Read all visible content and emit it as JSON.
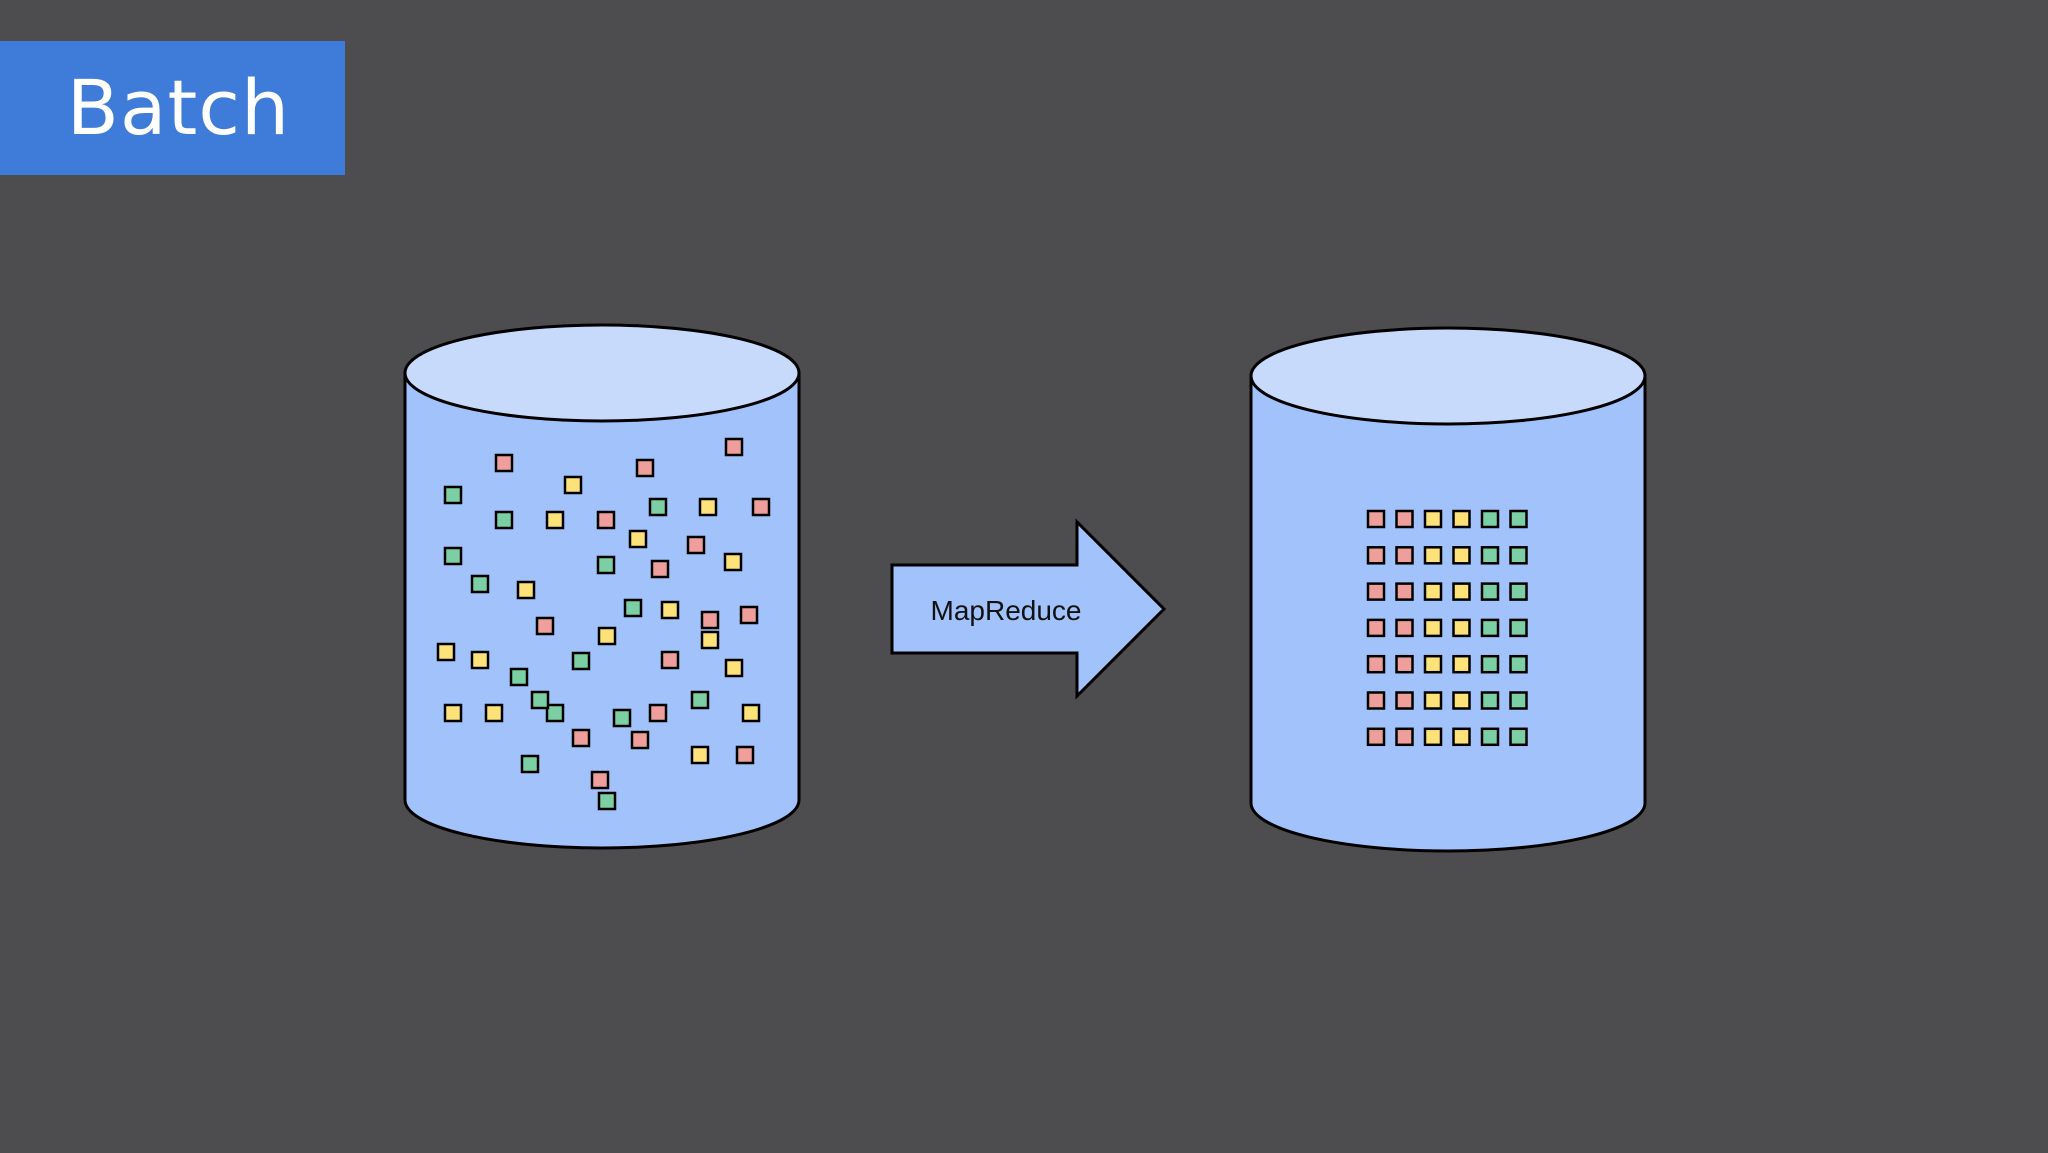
{
  "slide": {
    "title": "Batch"
  },
  "diagram": {
    "process_label": "MapReduce",
    "colors": {
      "background": "#4d4c4e",
      "banner": "#3f7bd9",
      "cylinder_body": "#a1c2fa",
      "cylinder_top": "#c8dafc",
      "outline": "#000000",
      "item_red": "#ee9f9c",
      "item_yellow": "#fde27a",
      "item_green": "#7ccfa4"
    },
    "source_store": {
      "layout": "scattered",
      "items": [
        "red",
        "red",
        "green",
        "yellow",
        "red",
        "green",
        "yellow",
        "red",
        "green",
        "yellow",
        "red",
        "yellow",
        "red",
        "green",
        "yellow",
        "green",
        "red",
        "green",
        "yellow",
        "yellow",
        "green",
        "red",
        "red",
        "red",
        "yellow",
        "yellow",
        "green",
        "green",
        "red",
        "yellow",
        "green",
        "yellow",
        "yellow",
        "green",
        "green",
        "red",
        "yellow",
        "red",
        "yellow",
        "green",
        "red",
        "green",
        "yellow",
        "green",
        "red",
        "yellow",
        "red"
      ]
    },
    "target_store": {
      "layout": "grid",
      "rows": 7,
      "column_colors": [
        "red",
        "red",
        "yellow",
        "yellow",
        "green",
        "green"
      ]
    }
  }
}
